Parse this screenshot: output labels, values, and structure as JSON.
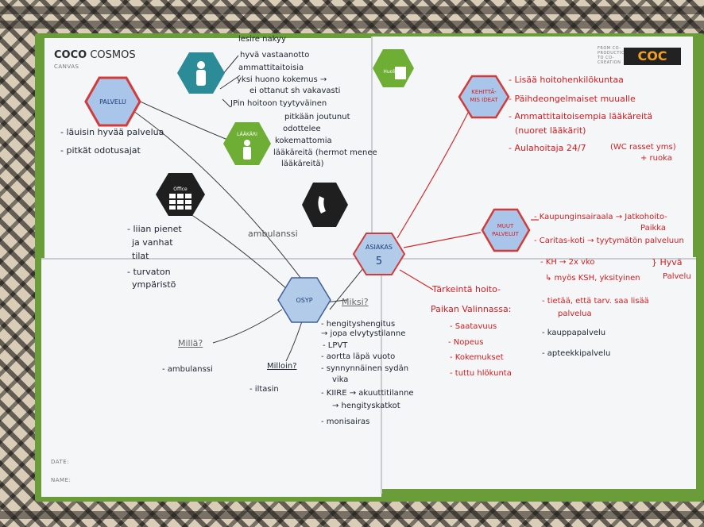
{
  "brand": {
    "title_bold": "COCO",
    "title_rest": "COSMOS",
    "subtitle": "CANVAS",
    "tagline": [
      "FROM CO-",
      "PRODUCTION",
      "TO CO-",
      "CREATION"
    ],
    "logo": "COC"
  },
  "footer": {
    "date_label": "DATE:",
    "name_label": "NAME:"
  },
  "hexagons": {
    "palvelu": "PALVELU",
    "asiakas": "ASIAKAS",
    "asiakas_count": "5",
    "osyp": "OSYP",
    "kehittamisideat": [
      "KEHITTÄ-",
      "MIS IDEAT"
    ],
    "muut_palvelut": [
      "MUUT",
      "PALVELUT"
    ],
    "laakari": "LÄÄKÄRI",
    "office": "Office",
    "huoli": "Huoli"
  },
  "notes_top": [
    "lesire nakyy",
    "hyvä vastaanotto",
    "ammattitaitoisia",
    "yksi huono kokemus →",
    "ei ottanut sh vakavasti",
    "JPin hoitoon tyytyväinen"
  ],
  "notes_laakari": [
    "pitkään joutunut",
    "odottelee",
    "kokemattomia",
    "lääkäreitä (hermot menee",
    "lääkäreitä)"
  ],
  "notes_palvelu": [
    "- läuisin hyvää palvelua",
    "- pitkät odotusajat"
  ],
  "notes_office": [
    "- liian pienet",
    "ja vanhat",
    "tilat",
    "- turvaton",
    "ympäristö"
  ],
  "ambulance_label": "ambulanssi",
  "osyp_labels": {
    "miksi": "Miksi?",
    "milla": "Millä?",
    "milla_item": "- ambulanssi",
    "milloin": "Milloin?",
    "milloin_item": "- iltasin"
  },
  "notes_miksi": [
    "- hengityshengitus",
    "→ jopa elvytystilanne",
    "- LPVT",
    "- aortta läpä vuoto",
    "- synnynnäinen sydän",
    "vika",
    "- KIIRE → akuuttitilanne",
    "→ hengityskatkot",
    "- monisairas"
  ],
  "notes_asiakas": [
    "Tärkeintä hoito-",
    "Paikan Valinnassa:",
    "- Saatavuus",
    "- Nopeus",
    "- Kokemukset",
    "- tuttu hlökunta"
  ],
  "notes_kehittamis": [
    "- Lisää hoitohenkilökuntaa",
    "- Päihdeongelmaiset muualle",
    "- Ammattitaitoisempia lääkäreitä",
    "(nuoret lääkärit)",
    "- Aulahoitaja 24/7",
    "(WC rasset yms)",
    "+ ruoka"
  ],
  "notes_muut": [
    "- Kaupunginsairaala → Jatkohoito-",
    "Paikka",
    "- Caritas-koti → tyytymätön palveluun",
    "- KH → 2x vko",
    "↳ myös KSH, yksityinen",
    "} Hyvä",
    "Palvelu",
    "- tietää, että tarv. saa lisää",
    "palvelua",
    "- kauppapalvelu",
    "- apteekkipalvelu"
  ]
}
